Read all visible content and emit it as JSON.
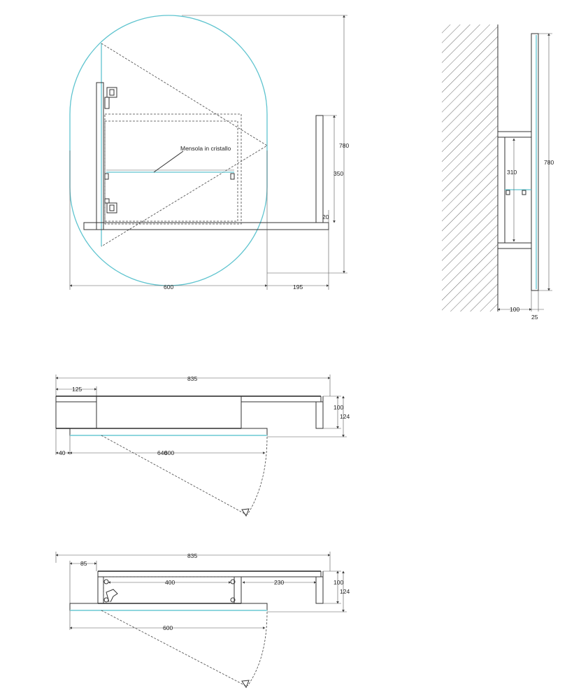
{
  "front_view": {
    "shelf_label": "Mensola in cristallo",
    "dim_height": "780",
    "dim_cabinet_height": "350",
    "dim_shelf_thickness": "20",
    "dim_width": "600",
    "dim_offset": "195"
  },
  "side_view": {
    "dim_cabinet_height": "310",
    "dim_height": "780",
    "dim_depth": "100",
    "dim_mirror": "25"
  },
  "plan_view_1": {
    "dim_total": "835",
    "dim_left": "125",
    "dim_depth": "100",
    "dim_total_depth": "124",
    "dim_offset": "40",
    "dim_door": "640",
    "dim_door_overlap": "600"
  },
  "plan_view_2": {
    "dim_total": "835",
    "dim_left": "85",
    "dim_inner": "400",
    "dim_right": "230",
    "dim_depth": "100",
    "dim_total_depth": "124",
    "dim_door": "600"
  },
  "colors": {
    "glass": "#5fc4cf",
    "line": "#333333"
  }
}
